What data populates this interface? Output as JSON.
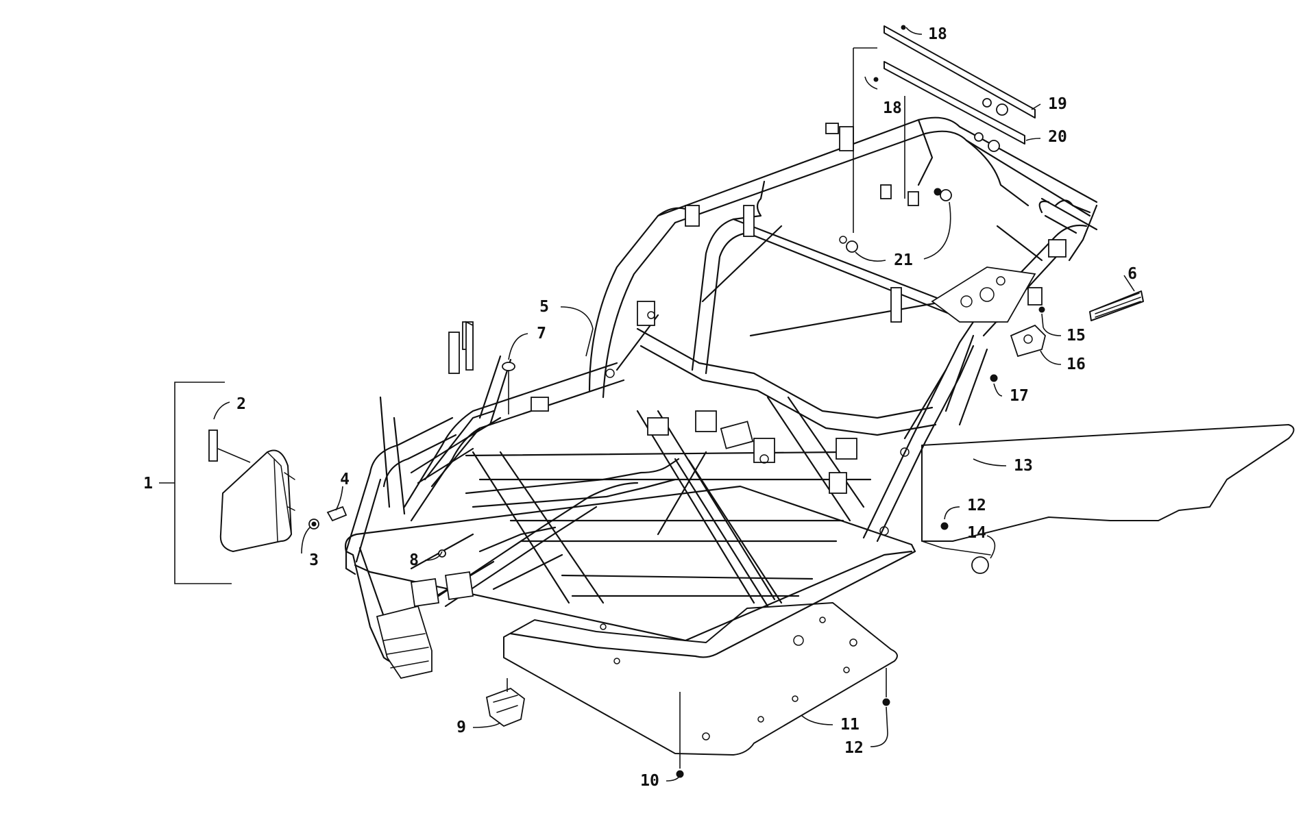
{
  "diagram": {
    "callouts": [
      {
        "id": "c1",
        "label": "1"
      },
      {
        "id": "c2",
        "label": "2"
      },
      {
        "id": "c3",
        "label": "3"
      },
      {
        "id": "c4",
        "label": "4"
      },
      {
        "id": "c5",
        "label": "5"
      },
      {
        "id": "c6",
        "label": "6"
      },
      {
        "id": "c7",
        "label": "7"
      },
      {
        "id": "c8",
        "label": "8"
      },
      {
        "id": "c9",
        "label": "9"
      },
      {
        "id": "c10",
        "label": "10"
      },
      {
        "id": "c11",
        "label": "11"
      },
      {
        "id": "c12a",
        "label": "12"
      },
      {
        "id": "c12b",
        "label": "12"
      },
      {
        "id": "c13",
        "label": "13"
      },
      {
        "id": "c14",
        "label": "14"
      },
      {
        "id": "c15",
        "label": "15"
      },
      {
        "id": "c16",
        "label": "16"
      },
      {
        "id": "c17",
        "label": "17"
      },
      {
        "id": "c18a",
        "label": "18"
      },
      {
        "id": "c18b",
        "label": "18"
      },
      {
        "id": "c19",
        "label": "19"
      },
      {
        "id": "c20",
        "label": "20"
      },
      {
        "id": "c21",
        "label": "21"
      }
    ]
  }
}
